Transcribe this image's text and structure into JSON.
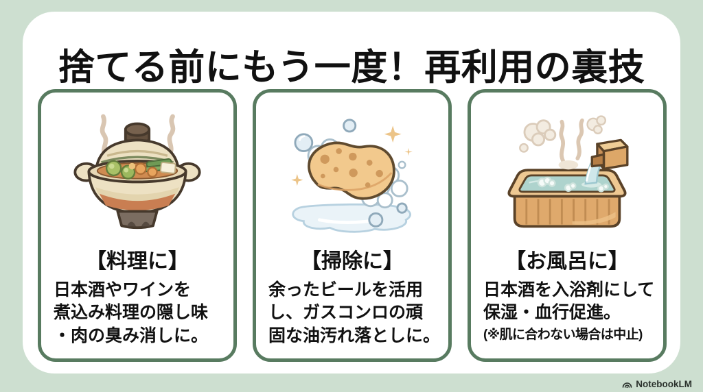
{
  "page": {
    "title": "捨てる前にもう一度！再利用の裏技",
    "background_color": "#cddfd0",
    "panel_color": "#ffffff",
    "card_border_color": "#587b60",
    "text_color": "#111111"
  },
  "cards": [
    {
      "icon": "clay-pot-illustration",
      "heading": "【料理に】",
      "line1": "日本酒やワインを",
      "line2": "煮込み料理の隠し味",
      "line3": "・肉の臭み消しに。"
    },
    {
      "icon": "sponge-illustration",
      "heading": "【掃除に】",
      "line1": "余ったビールを活用",
      "line2": "し、ガスコンロの頑",
      "line3": "固な油汚れ落としに。"
    },
    {
      "icon": "bathtub-illustration",
      "heading": "【お風呂に】",
      "line1": "日本酒を入浴剤にして",
      "line2": "保湿・血行促進。",
      "note": "(※肌に合わない場合は中止)"
    }
  ],
  "footer": {
    "brand": "NotebookLM",
    "brand_icon": "notebooklm-logo-icon"
  }
}
